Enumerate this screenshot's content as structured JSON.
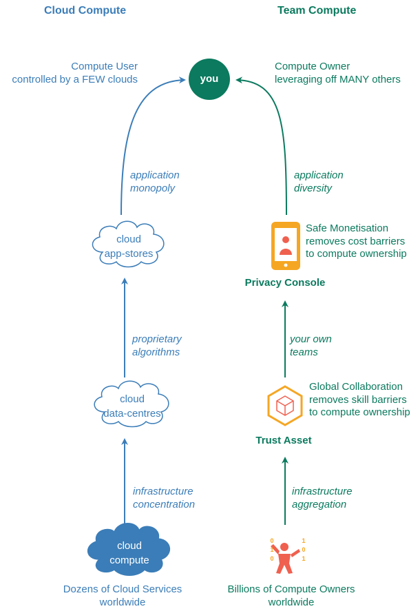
{
  "headers": {
    "cloud": "Cloud Compute",
    "team": "Team Compute"
  },
  "you_label": "you",
  "cloud_side": {
    "user_line1": "Compute User",
    "user_line2": "controlled by a FEW clouds",
    "edge_monopoly_1": "application",
    "edge_monopoly_2": "monopoly",
    "appstores_1": "cloud",
    "appstores_2": "app-stores",
    "edge_algorithms_1": "proprietary",
    "edge_algorithms_2": "algorithms",
    "datacentres_1": "cloud",
    "datacentres_2": "data-centres",
    "edge_concentration_1": "infrastructure",
    "edge_concentration_2": "concentration",
    "compute_1": "cloud",
    "compute_2": "compute",
    "bottom_1": "Dozens of Cloud Services",
    "bottom_2": "worldwide"
  },
  "team_side": {
    "owner_line1": "Compute Owner",
    "owner_line2": "leveraging off MANY others",
    "edge_diversity_1": "application",
    "edge_diversity_2": "diversity",
    "monetisation_1": "Safe Monetisation",
    "monetisation_2": "removes cost barriers",
    "monetisation_3": "to compute ownership",
    "privacy_console": "Privacy Console",
    "edge_teams_1": "your own",
    "edge_teams_2": "teams",
    "collab_1": "Global Collaboration",
    "collab_2": "removes skill barriers",
    "collab_3": "to compute ownership",
    "trust_asset": "Trust Asset",
    "edge_aggregation_1": "infrastructure",
    "edge_aggregation_2": "aggregation",
    "binary_left": [
      "0",
      "1",
      "0"
    ],
    "binary_right": [
      "1",
      "0",
      "1"
    ],
    "bottom_1": "Billions of Compute Owners",
    "bottom_2": "worldwide"
  },
  "colors": {
    "blue": "#3b7db8",
    "green": "#0b7a5e",
    "orange": "#f5a623",
    "coral": "#f0604f"
  },
  "icons": [
    "phone-person-icon",
    "cube-hexagon-icon",
    "person-binary-icon",
    "cloud-icon"
  ]
}
